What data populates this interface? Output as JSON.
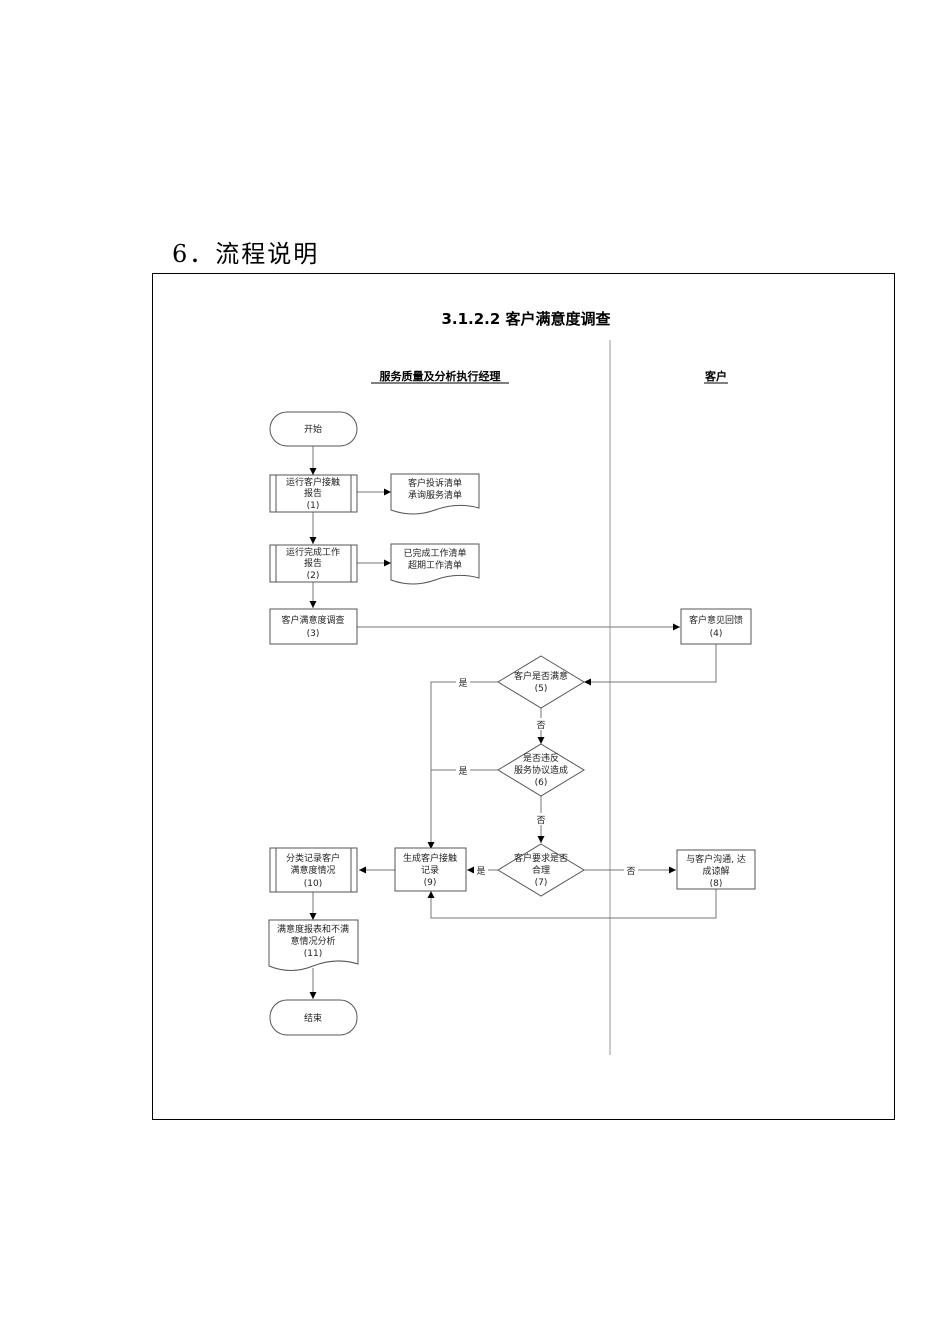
{
  "heading": "6．流程说明",
  "diagram": {
    "title": "3.1.2.2 客户满意度调查",
    "lanes": [
      "服务质量及分析执行经理",
      "客户"
    ],
    "nodes": {
      "start": "开始",
      "n1": [
        "运行客户接触",
        "报告",
        "(1)"
      ],
      "d1": [
        "客户投诉清单",
        "承询服务清单"
      ],
      "n2": [
        "运行完成工作",
        "报告",
        "(2)"
      ],
      "d2": [
        "已完成工作清单",
        "超期工作清单"
      ],
      "n3": [
        "客户满意度调查",
        "(3)"
      ],
      "n4": [
        "客户意见回馈",
        "(4)"
      ],
      "n5": [
        "客户是否满意",
        "(5)"
      ],
      "n6": [
        "是否违反",
        "服务协议造成",
        "(6)"
      ],
      "n7": [
        "客户要求是否",
        "合理",
        "(7)"
      ],
      "n8": [
        "与客户沟通, 达",
        "成谅解",
        "(8)"
      ],
      "n9": [
        "生成客户接触",
        "记录",
        "(9)"
      ],
      "n10": [
        "分类记录客户",
        "满意度情况",
        "(10)"
      ],
      "n11": [
        "满意度报表和不满",
        "意情况分析",
        "(11)"
      ],
      "end": "结束"
    },
    "labels": {
      "yes": "是",
      "no": "否"
    }
  }
}
